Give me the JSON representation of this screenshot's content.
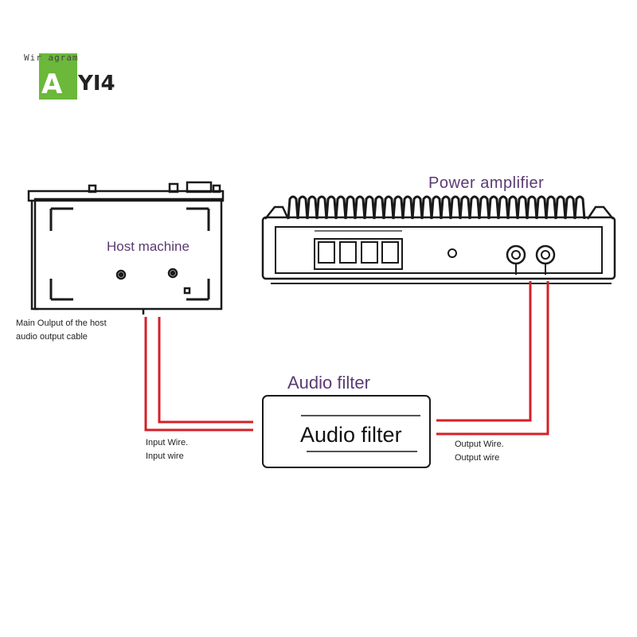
{
  "logo": {
    "watermark_text": "Wir          agram",
    "letter_a": "A",
    "letters_rest": "YI4",
    "brand_color": "#6bb83a"
  },
  "labels": {
    "host_machine": "Host machine",
    "power_amplifier": "Power amplifier",
    "audio_filter_title": "Audio filter",
    "audio_filter_box": "Audio filter",
    "host_output_line1": "Main Oulput of the host",
    "host_output_line2": "audio output cable",
    "input_wire_line1": "Input Wire.",
    "input_wire_line2": "Input wire",
    "output_wire_line1": "Output Wire.",
    "output_wire_line2": "Output wire"
  },
  "colors": {
    "wire_red": "#d42027",
    "label_purple": "#5b3a73",
    "outline": "#1a1a1a"
  }
}
